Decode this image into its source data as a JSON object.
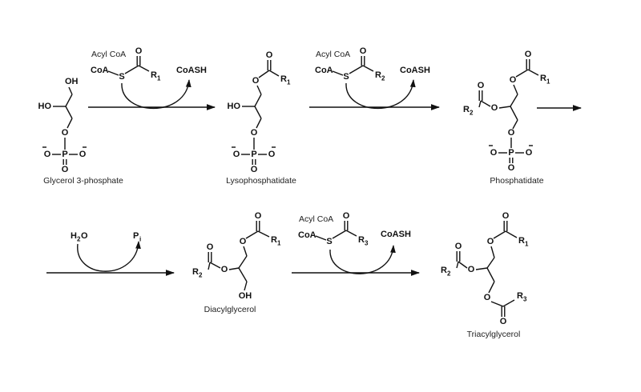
{
  "compounds": {
    "glycerol3p": "Glycerol 3-phosphate",
    "lyso": "Lysophosphatidate",
    "phosphatidate": "Phosphatidate",
    "dag": "Diacylglycerol",
    "tag": "Triacylglycerol"
  },
  "reagents": {
    "acyl_coa": "Acyl CoA",
    "coa": "CoA",
    "s": "S",
    "coash": "CoASH",
    "h": "H",
    "o": "O",
    "p": "P",
    "i": "i"
  },
  "atoms": {
    "O": "O",
    "OH": "OH",
    "HO": "HO",
    "P": "P",
    "R": "R",
    "sub1": "1",
    "sub2": "2",
    "sub3": "3"
  },
  "colors": {
    "ink": "#111111"
  }
}
